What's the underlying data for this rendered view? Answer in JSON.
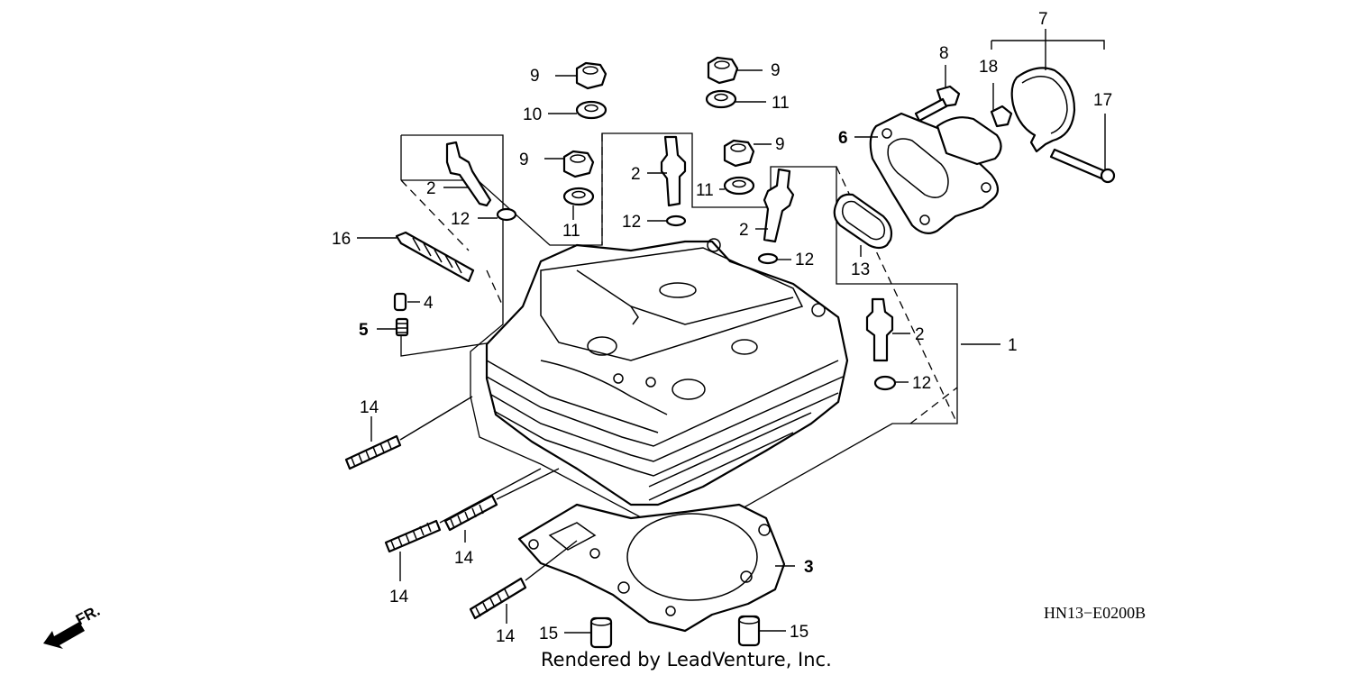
{
  "callouts": {
    "c1": "1",
    "c2a": "2",
    "c2b": "2",
    "c2c": "2",
    "c2d": "2",
    "c3": "3",
    "c4": "4",
    "c5": "5",
    "c6": "6",
    "c7": "7",
    "c8": "8",
    "c9a": "9",
    "c9b": "9",
    "c9c": "9",
    "c9d": "9",
    "c10": "10",
    "c11a": "11",
    "c11b": "11",
    "c11c": "11",
    "c12a": "12",
    "c12b": "12",
    "c12c": "12",
    "c12d": "12",
    "c13": "13",
    "c14a": "14",
    "c14b": "14",
    "c14c": "14",
    "c14d": "14",
    "c15a": "15",
    "c15b": "15",
    "c16": "16",
    "c17": "17",
    "c18": "18"
  },
  "direction_label": "FR.",
  "diagram_code": "HN13−E0200B",
  "credit": "Rendered by LeadVenture, Inc."
}
